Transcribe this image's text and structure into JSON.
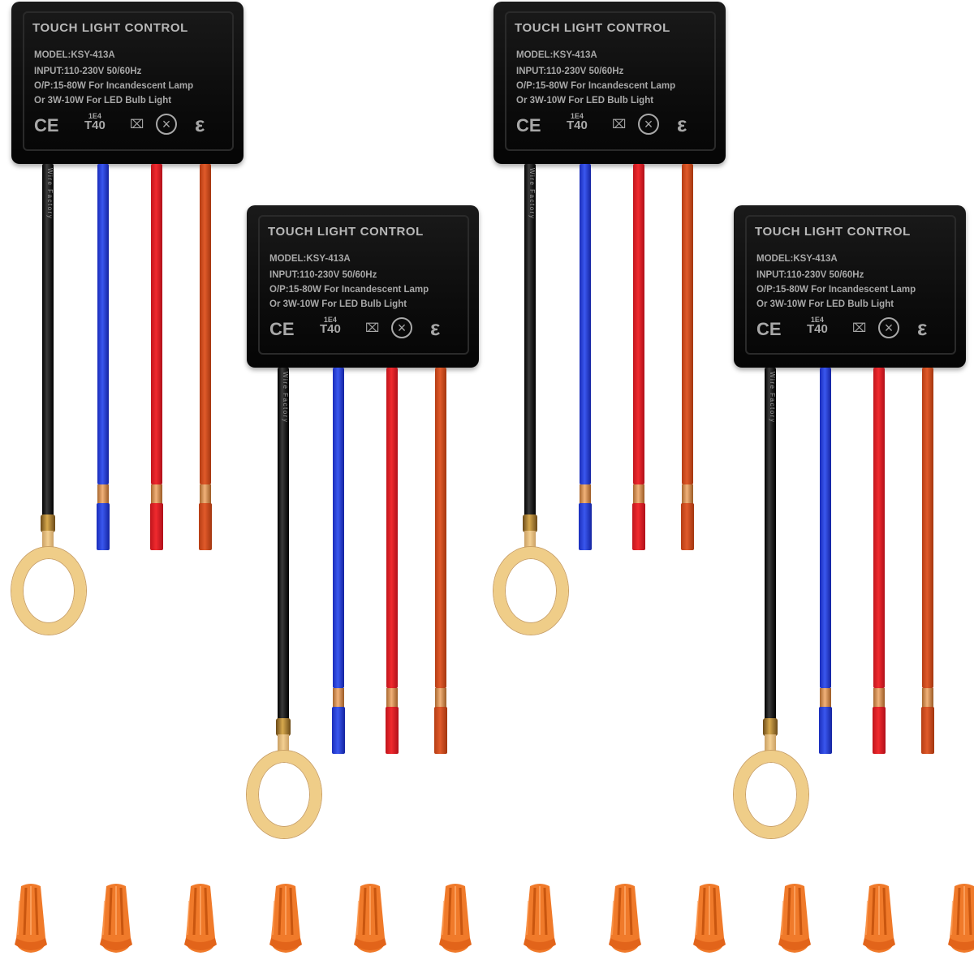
{
  "product": {
    "title": "TOUCH LIGHT CONTROL",
    "model": "MODEL:KSY-413A",
    "input": "INPUT:110-230V  50/60Hz",
    "output": "O/P:15-80W For Incandescent Lamp",
    "output2": "Or 3W-10W For LED Bulb Light",
    "cert_ce": "CE",
    "cert_t40_top": "1E4",
    "cert_t40": "T40",
    "wire_print": "Wire  Factory"
  },
  "colors": {
    "housing": "#0c0c0c",
    "wire_blue": "#2a44d8",
    "wire_red": "#e0222a",
    "wire_brown": "#cc4a1e",
    "ring_terminal": "#efcd88",
    "wire_nut": "#f07a2a"
  },
  "counts": {
    "modules": 4,
    "wire_nuts": 12
  }
}
